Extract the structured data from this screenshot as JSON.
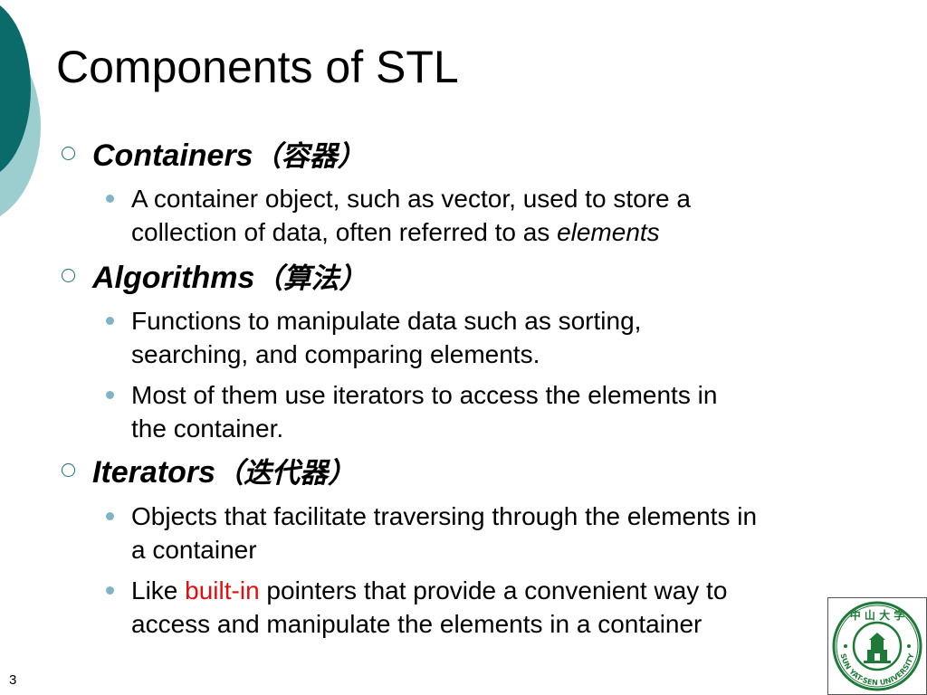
{
  "slide": {
    "title": "Components of STL",
    "page_number": "3"
  },
  "sections": [
    {
      "heading": "Containers",
      "heading_cjk": "（容器）",
      "bullets": [
        {
          "line1": "A container object, such as vector, used to store a",
          "line2_prefix": "collection of data, often referred to as ",
          "line2_em": "elements"
        }
      ]
    },
    {
      "heading": "Algorithms",
      "heading_cjk": "（算法）",
      "bullets": [
        {
          "line1": "Functions to manipulate data such as sorting,",
          "line2": "searching, and comparing elements."
        },
        {
          "line1": "Most of them use iterators to access the elements in",
          "line2": "the container."
        }
      ]
    },
    {
      "heading": "Iterators",
      "heading_cjk": "（迭代器）",
      "bullets": [
        {
          "line1": "Objects that facilitate traversing through the elements in",
          "line2": "a container"
        },
        {
          "line1_prefix": "Like ",
          "line1_red": "built-in",
          "line1_suffix": " pointers that provide a convenient way to",
          "line2": "access and manipulate the elements in a container"
        }
      ]
    }
  ],
  "logo": {
    "icon": "university-seal-icon",
    "text": "中山大学 SUN YAT-SEN UNIVERSITY"
  },
  "colors": {
    "dark_teal": "#0b6b6b",
    "light_teal": "#9ccdcf",
    "bullet_blue": "#7fb4c6",
    "logo_green": "#1f7a3a",
    "highlight_red": "#e01010"
  }
}
